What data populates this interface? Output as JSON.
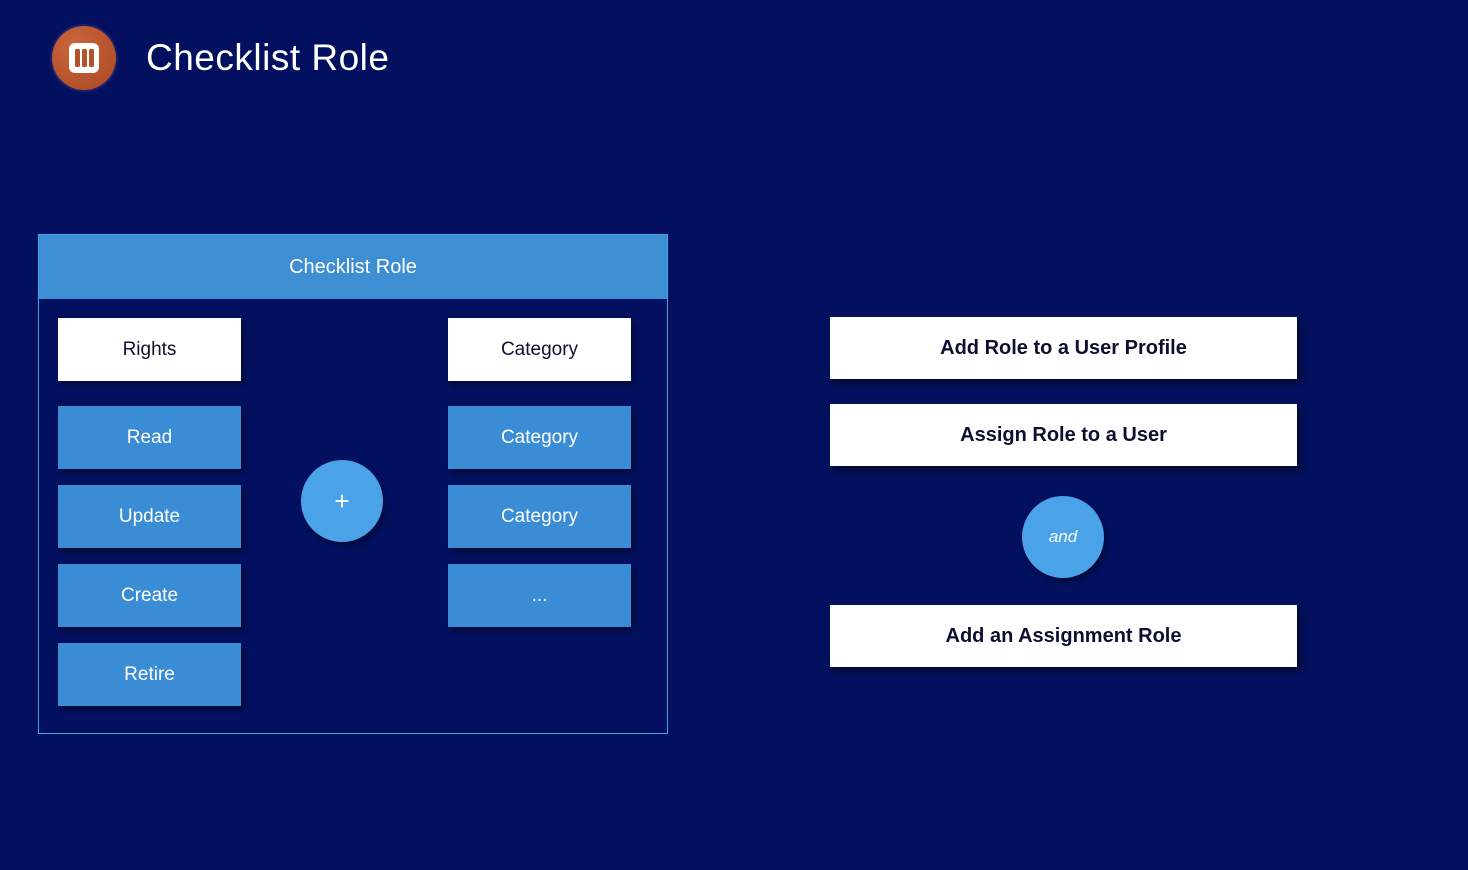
{
  "header": {
    "title": "Checklist Role"
  },
  "panel": {
    "title": "Checklist Role",
    "plus_label": "+",
    "rights": {
      "header": "Rights",
      "items": [
        "Read",
        "Update",
        "Create",
        "Retire"
      ]
    },
    "categories": {
      "header": "Category",
      "items": [
        "Category",
        "Category",
        "..."
      ]
    }
  },
  "actions": {
    "add_role_label": "Add Role to a User Profile",
    "assign_role_label": "Assign Role to a User",
    "and_label": "and",
    "add_assignment_label": "Add an Assignment Role"
  },
  "colors": {
    "background": "#03105f",
    "panel_header_blue": "#3d8ed3",
    "box_blue": "#3a8cd4",
    "circle_blue": "#4aa2e8",
    "panel_border_blue": "#3fa3e8",
    "logo_orange": "#b4502a",
    "text_dark": "#0c1030",
    "text_light": "#ffffff"
  }
}
